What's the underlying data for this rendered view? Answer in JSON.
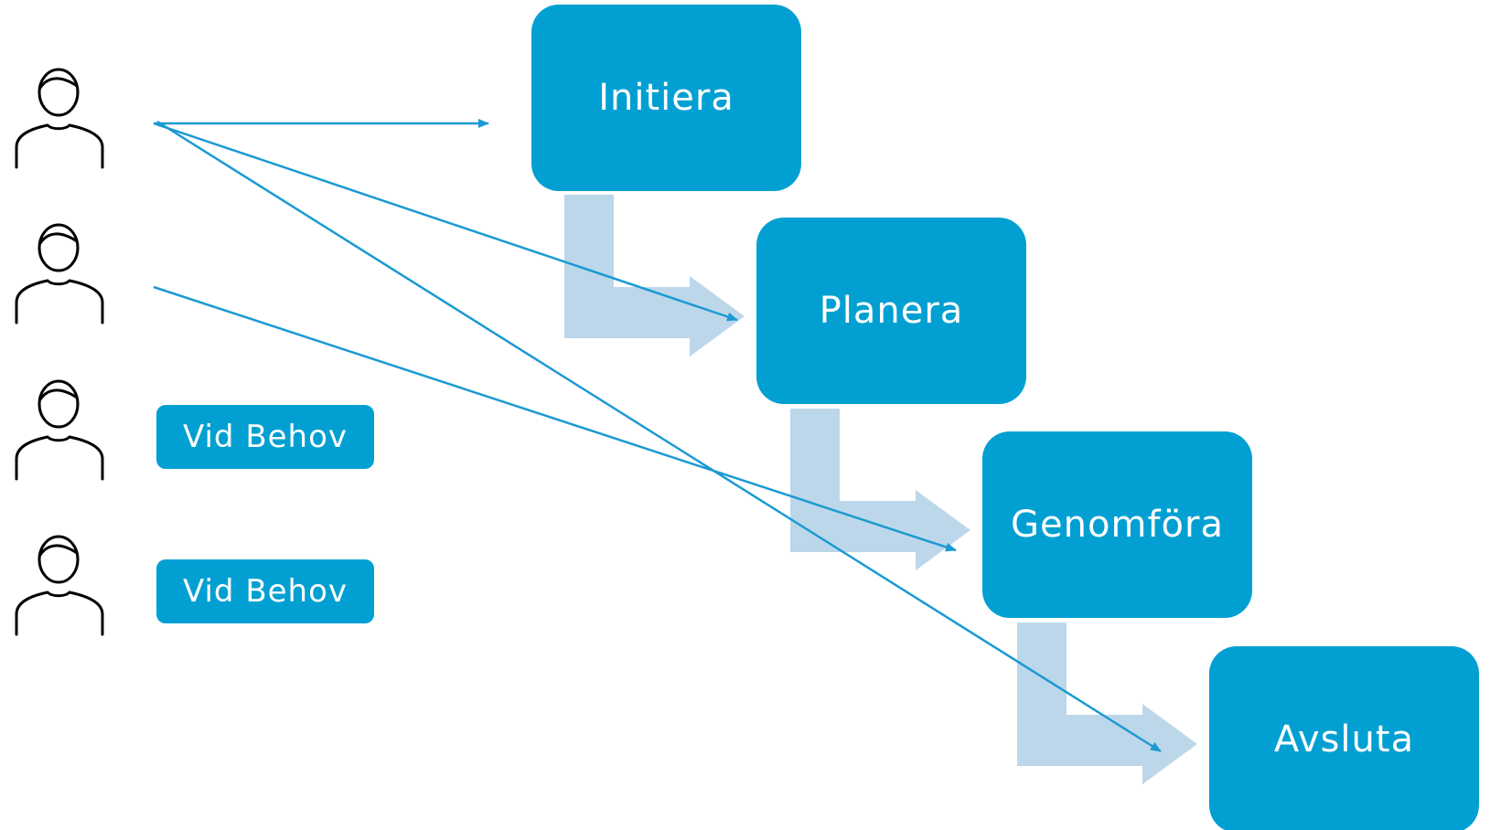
{
  "colors": {
    "box": "#02a0d2",
    "connector": "#bdd7ea",
    "line": "#1b9ad3",
    "person": "#000000"
  },
  "phases": [
    {
      "label": "Initiera"
    },
    {
      "label": "Planera"
    },
    {
      "label": "Genomföra"
    },
    {
      "label": "Avsluta"
    }
  ],
  "roles": [
    {
      "icon": "person-icon",
      "tag": null
    },
    {
      "icon": "person-icon",
      "tag": null
    },
    {
      "icon": "person-icon",
      "tag": "Vid Behov"
    },
    {
      "icon": "person-icon",
      "tag": "Vid Behov"
    }
  ]
}
